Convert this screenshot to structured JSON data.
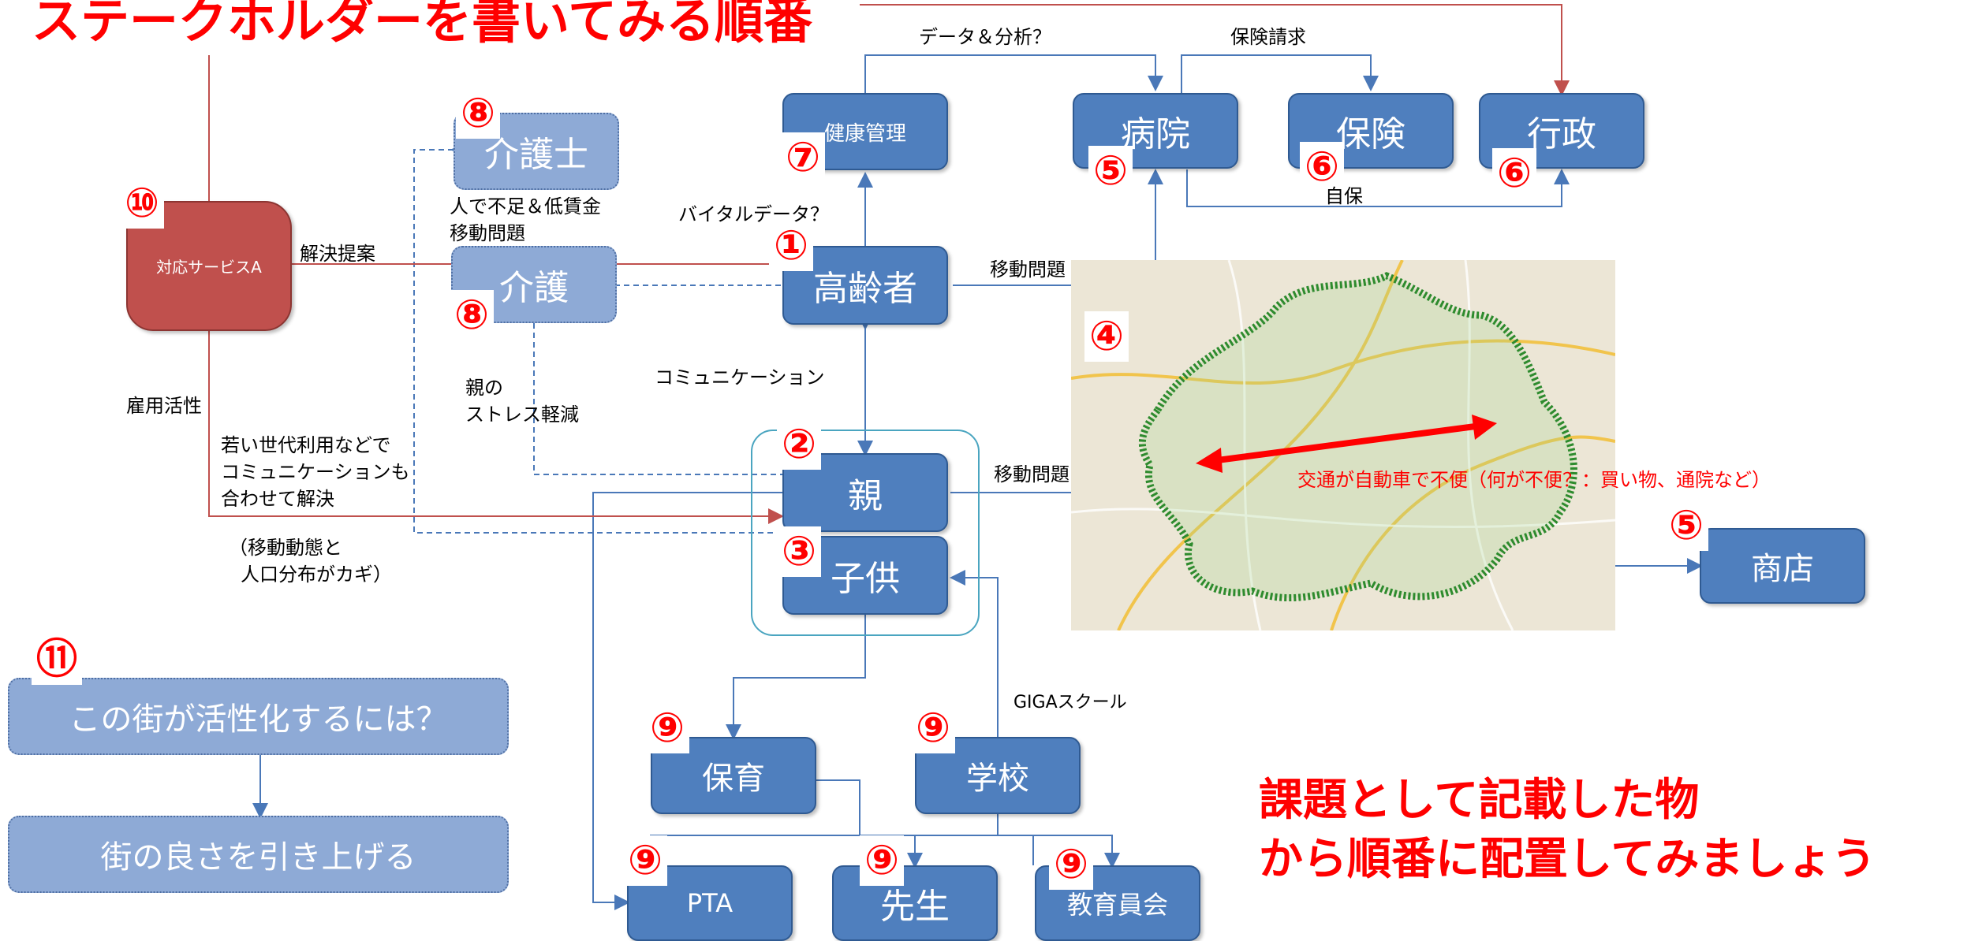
{
  "title": "ステークホルダーを書いてみる順番",
  "note_line1": "課題として記載した物",
  "note_line2": "から順番に配置してみましょう",
  "colors": {
    "node_blue": "#4f7fbe",
    "node_light": "#8eaad6",
    "node_red": "#c0504d",
    "emphasis_red": "#ff0000"
  },
  "nodes": {
    "elderly": "高齢者",
    "health": "健康管理",
    "hospital": "病院",
    "insurance": "保険",
    "government": "行政",
    "caregiver": "介護士",
    "care": "介護",
    "service": "対応サービスA",
    "parent": "親",
    "child": "子供",
    "nursery": "保育",
    "school": "学校",
    "pta": "PTA",
    "teacher": "先生",
    "board": "教育員会",
    "shop": "商店",
    "activate": "この街が活性化するには？",
    "improve": "街の良さを引き上げる"
  },
  "numbers": {
    "n1": "①",
    "n2": "②",
    "n3": "③",
    "n4": "④",
    "n5": "⑤",
    "n6": "⑥",
    "n7": "⑦",
    "n8": "⑧",
    "n9": "⑨",
    "n10": "⑩",
    "n11": "⑪"
  },
  "labels": {
    "data_analysis": "データ＆分析？",
    "insurance_claim": "保険請求",
    "selfpay": "自保",
    "shortage_line1": "人で不足＆低賃金",
    "shortage_line2": "移動問題",
    "vital": "バイタルデータ？",
    "solution": "解決提案",
    "mobility": "移動問題",
    "communication": "コミュニケーション",
    "employment": "雇用活性",
    "stress_line1": "親の",
    "stress_line2": "ストレス軽減",
    "young_line1": "若い世代利用などで",
    "young_line2": "コミュニケーションも",
    "young_line3": "合わせて解決",
    "movement_line1": "（移動動態と",
    "movement_line2": "人口分布がカギ）",
    "transport": "交通が自動車で不便（何が不便？：買い物、通院など）",
    "giga": "GIGAスクール"
  }
}
